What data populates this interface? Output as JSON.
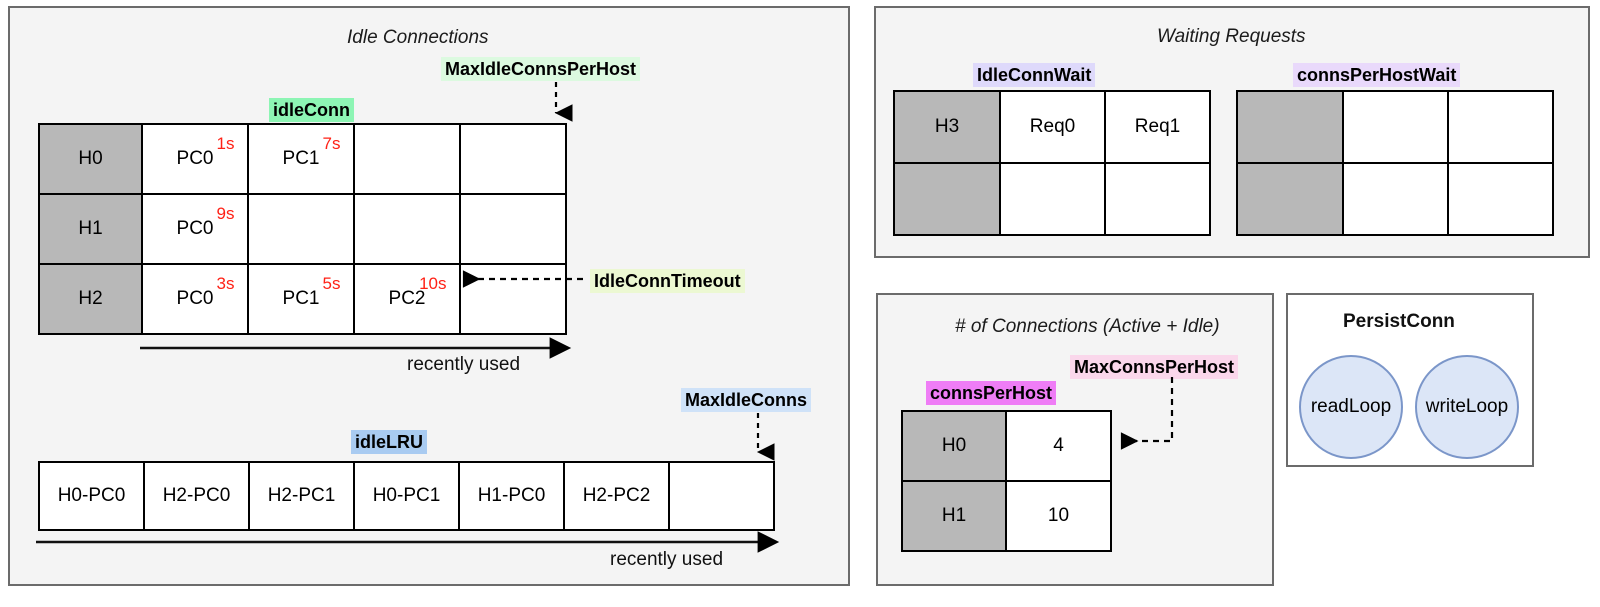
{
  "panels": {
    "idle_connections": {
      "title": "Idle Connections",
      "labels": {
        "idle_conn": "idleConn",
        "max_idle_conns_per_host": "MaxIdleConnsPerHost",
        "idle_conn_timeout": "IdleConnTimeout",
        "idle_lru": "idleLRU",
        "max_idle_conns": "MaxIdleConns"
      },
      "colors": {
        "idle_conn_bg": "#8df5b4",
        "max_idle_conns_per_host_bg": "#dcfae0",
        "idle_conn_timeout_bg": "#ecf8d2",
        "idle_lru_bg": "#a9cbf1",
        "max_idle_conns_bg": "#cfe2f8"
      },
      "idle_conn_table": {
        "rows": [
          {
            "host": "H0",
            "cells": [
              {
                "name": "PC0",
                "timer": "1s"
              },
              {
                "name": "PC1",
                "timer": "7s"
              },
              {
                "name": "",
                "timer": ""
              },
              {
                "name": "",
                "timer": ""
              }
            ]
          },
          {
            "host": "H1",
            "cells": [
              {
                "name": "PC0",
                "timer": "9s"
              },
              {
                "name": "",
                "timer": ""
              },
              {
                "name": "",
                "timer": ""
              },
              {
                "name": "",
                "timer": ""
              }
            ]
          },
          {
            "host": "H2",
            "cells": [
              {
                "name": "PC0",
                "timer": "3s"
              },
              {
                "name": "PC1",
                "timer": "5s"
              },
              {
                "name": "PC2",
                "timer": "10s"
              },
              {
                "name": "",
                "timer": ""
              }
            ]
          }
        ]
      },
      "idle_conn_axis_caption": "recently used",
      "idle_lru_table": {
        "cells": [
          "H0-PC0",
          "H2-PC0",
          "H2-PC1",
          "H0-PC1",
          "H1-PC0",
          "H2-PC2",
          ""
        ]
      },
      "idle_lru_axis_caption": "recently used"
    },
    "waiting_requests": {
      "title": "Waiting Requests",
      "labels": {
        "idle_conn_wait": "IdleConnWait",
        "conns_per_host_wait": "connsPerHostWait"
      },
      "colors": {
        "idle_conn_wait_bg": "#ded9fb",
        "conns_per_host_wait_bg": "#e9d9fb"
      },
      "idle_conn_wait_table": {
        "rows": [
          {
            "host": "H3",
            "cells": [
              "Req0",
              "Req1"
            ]
          },
          {
            "host": "",
            "cells": [
              "",
              ""
            ]
          }
        ]
      },
      "conns_per_host_wait_table": {
        "rows": [
          {
            "host": "",
            "cells": [
              "",
              ""
            ]
          },
          {
            "host": "",
            "cells": [
              "",
              ""
            ]
          }
        ]
      }
    },
    "num_connections": {
      "title": "# of Connections (Active + Idle)",
      "labels": {
        "conns_per_host": "connsPerHost",
        "max_conns_per_host": "MaxConnsPerHost"
      },
      "colors": {
        "conns_per_host_bg": "#ef7df6",
        "max_conns_per_host_bg": "#fad7eb"
      },
      "table": {
        "rows": [
          {
            "host": "H0",
            "value": "4"
          },
          {
            "host": "H1",
            "value": "10"
          }
        ]
      }
    },
    "persist_conn": {
      "title": "PersistConn",
      "loops": [
        "readLoop",
        "writeLoop"
      ],
      "colors": {
        "loop_fill": "#dce6f7",
        "loop_stroke": "#7b96c9"
      }
    }
  },
  "theme": {
    "panel_bg": "#f4f4f4",
    "panel_border": "#6b6b6b",
    "cell_header_bg": "#b8b8b8",
    "timer_color": "#ff2116"
  }
}
